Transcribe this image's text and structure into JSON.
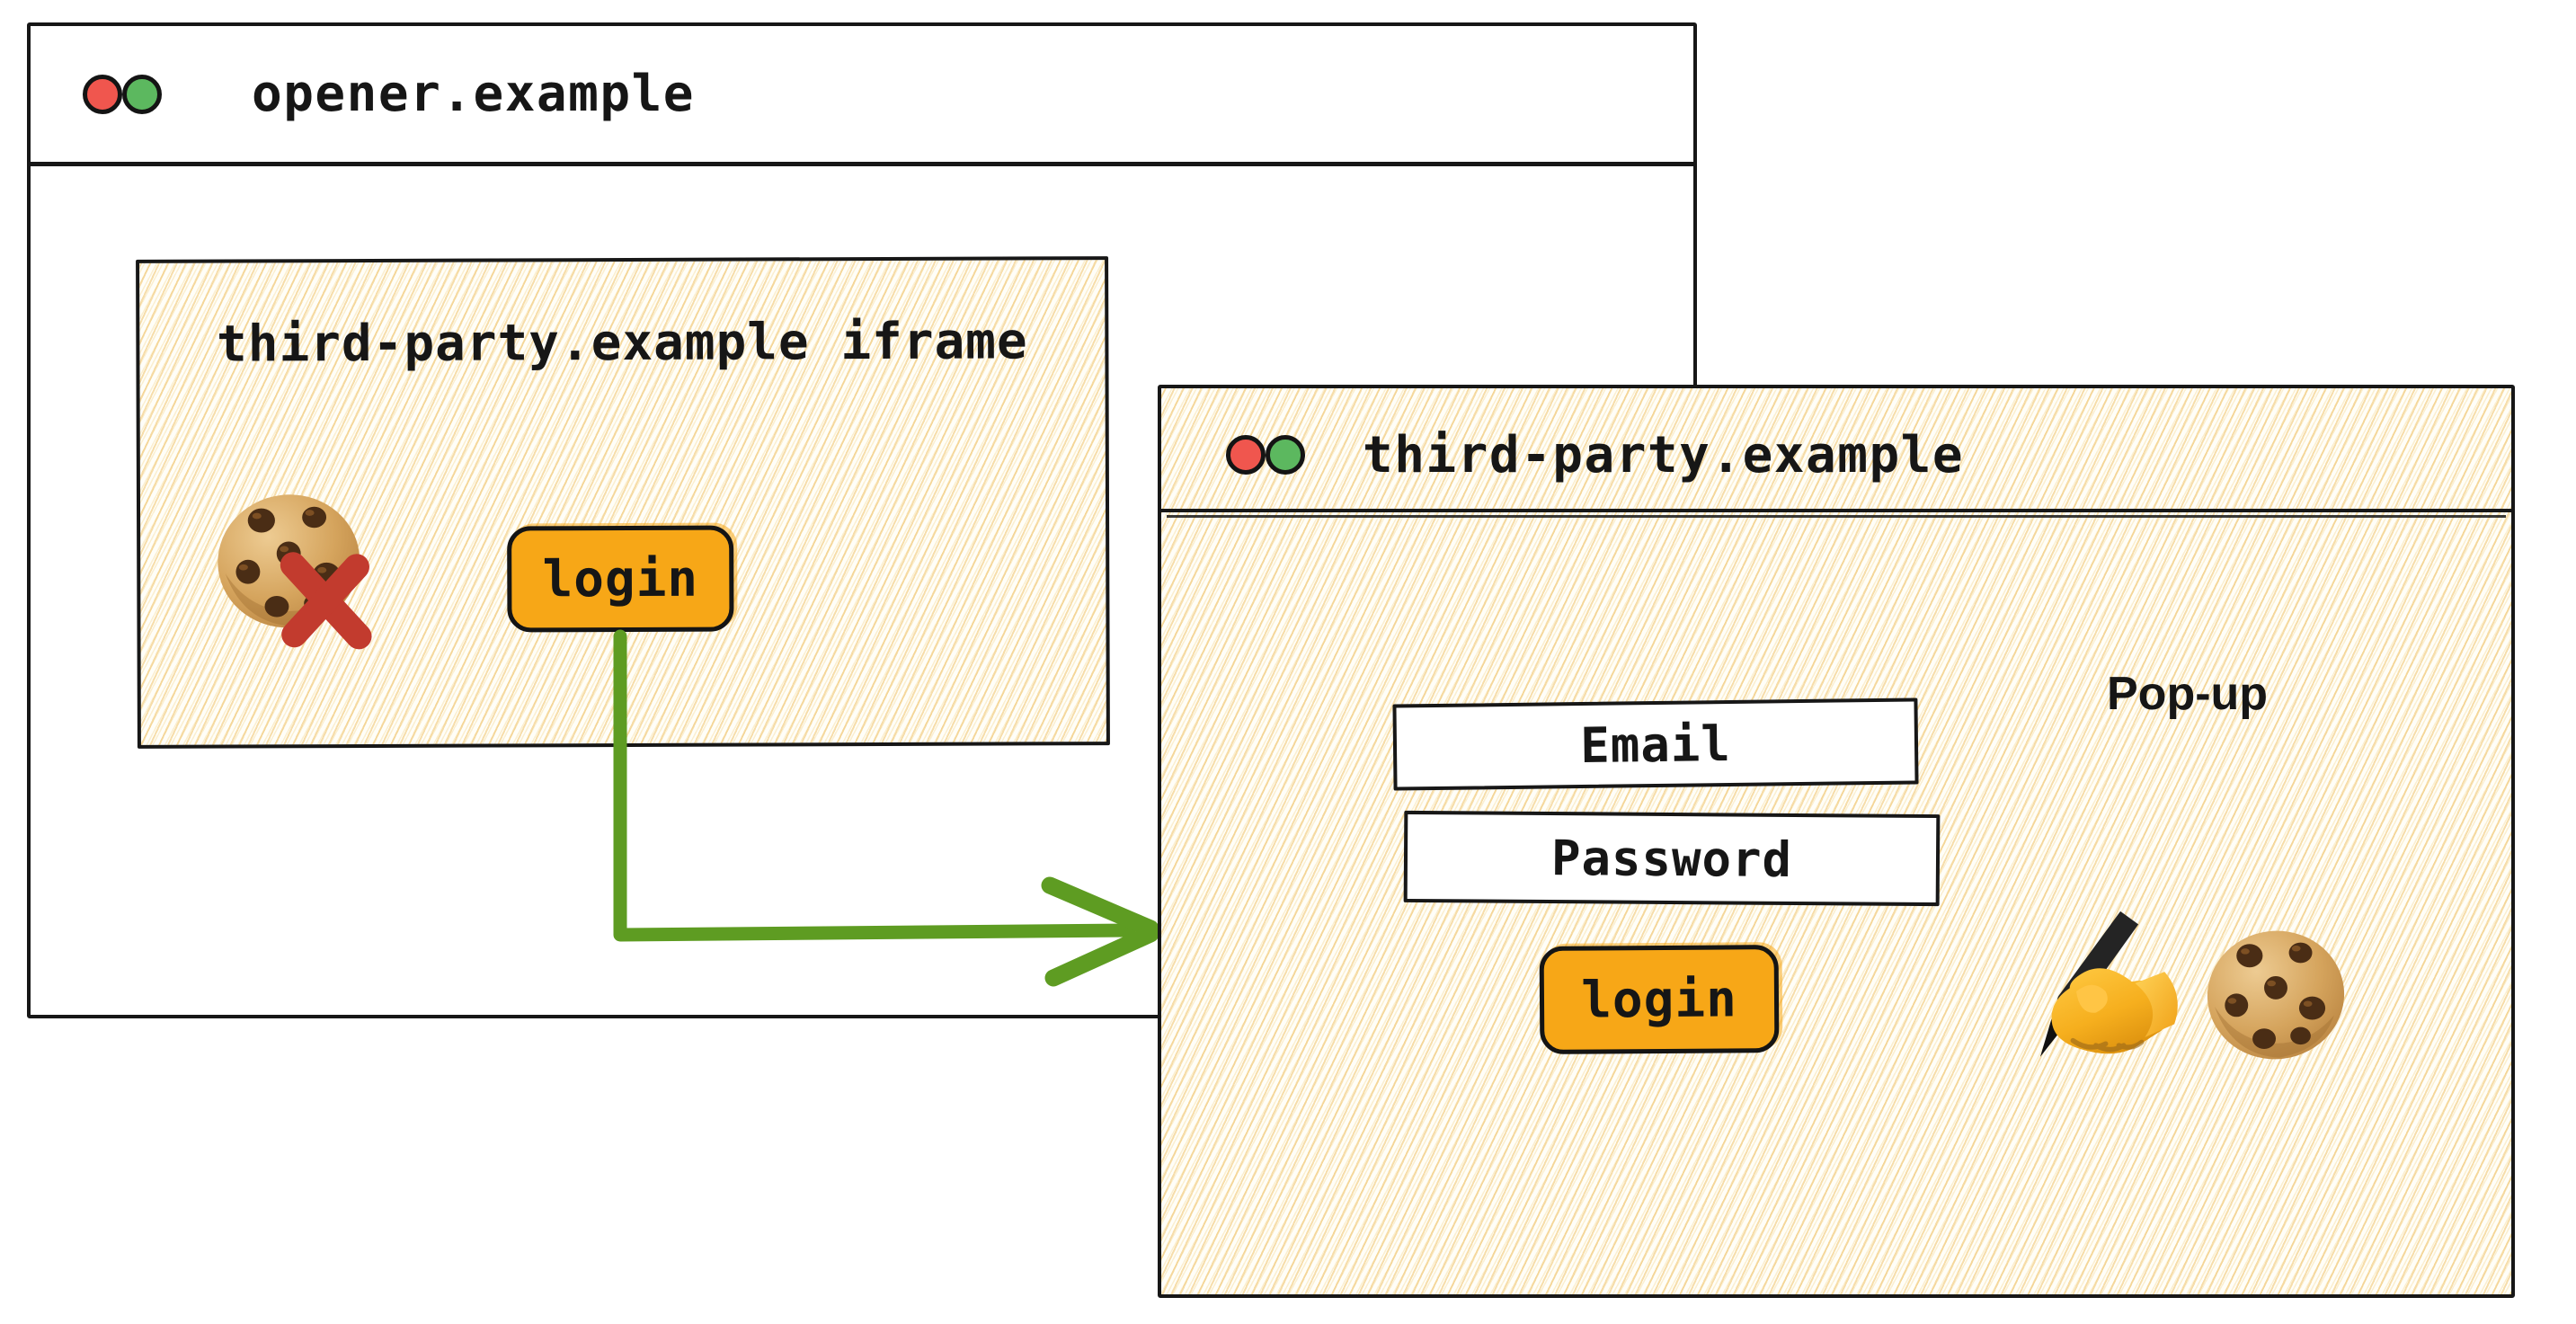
{
  "colors": {
    "accent_button": "#F7A717",
    "traffic_red": "#F0564E",
    "traffic_green": "#5CB85F",
    "arrow_green": "#5E9C22",
    "blocked_x_red": "#C23B2E",
    "ink": "#171717",
    "hatch_line": "#EEBD5F"
  },
  "opener_window": {
    "title": "opener.example",
    "iframe": {
      "title": "third-party.example iframe",
      "login_button": "login",
      "icons": [
        "cookie-icon",
        "blocked-cross-icon"
      ]
    }
  },
  "popup_window": {
    "title": "third-party.example",
    "badge": "Pop-up",
    "fields": [
      {
        "label": "Email"
      },
      {
        "label": "Password"
      }
    ],
    "login_button": "login",
    "icons": [
      "writing-hand-icon",
      "cookie-icon"
    ]
  }
}
